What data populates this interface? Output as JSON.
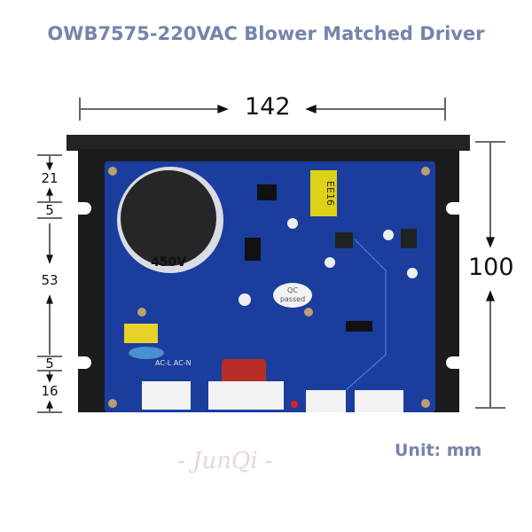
{
  "title": "OWB7575-220VAC Blower Matched Driver",
  "unit_label": "Unit: mm",
  "watermark": "- JunQi -",
  "dimensions": {
    "width": "142",
    "height": "100",
    "left_segments": [
      "21",
      "5",
      "53",
      "5",
      "16"
    ]
  },
  "board_labels": {
    "qc": [
      "QC",
      "passed"
    ],
    "ac": "AC-L  AC-N",
    "capacitor": "450V",
    "transformer": "EE16"
  },
  "colors": {
    "title": "#7584ab",
    "pcb": "#1a3d9e",
    "chassis": "#1c1c1e"
  }
}
